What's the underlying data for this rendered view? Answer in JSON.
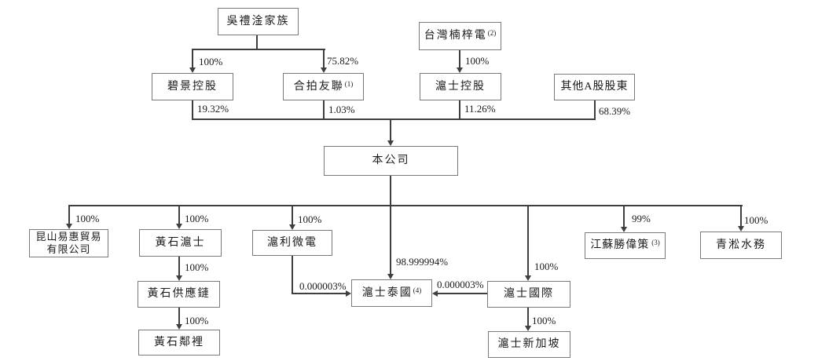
{
  "figure_type": "shareholding-structure-org-chart",
  "colors": {
    "background": "#ffffff",
    "box_border": "#7a7a7a",
    "connector_line": "#3f3f3f",
    "text": "#1a1a1a"
  },
  "nodes": [
    {
      "id": "wu-family",
      "label": "吳禮淦家族"
    },
    {
      "id": "taiwan-nanzi",
      "label": "台灣楠梓電",
      "note": "(2)"
    },
    {
      "id": "bijing-holdings",
      "label": "碧景控股"
    },
    {
      "id": "hepai-youlian",
      "label": "合拍友聯",
      "note": "(1)"
    },
    {
      "id": "hushi-holdings",
      "label": "滬士控股"
    },
    {
      "id": "other-a-shareholders",
      "label": "其他A股股東"
    },
    {
      "id": "the-company",
      "label": "本公司"
    },
    {
      "id": "kunshan-yihui",
      "label": "昆山易惠貿易",
      "label2": "有限公司"
    },
    {
      "id": "huangshi-hushi",
      "label": "黃石滬士"
    },
    {
      "id": "huli-micro",
      "label": "滬利微電"
    },
    {
      "id": "hushi-thailand",
      "label": "滬士泰國",
      "note": "(4)"
    },
    {
      "id": "hushi-international",
      "label": "滬士國際"
    },
    {
      "id": "jiangsu-shengweice",
      "label": "江蘇勝偉策",
      "note": "(3)"
    },
    {
      "id": "qingsong-water",
      "label": "青淞水務"
    },
    {
      "id": "huangshi-supply-chain",
      "label": "黃石供應鏈"
    },
    {
      "id": "hushi-singapore",
      "label": "滬士新加坡"
    },
    {
      "id": "huangshi-linli",
      "label": "黃石鄰裡"
    }
  ],
  "ownership_labels": [
    {
      "from": "吳禮淦家族",
      "to": "碧景控股",
      "text": "100%"
    },
    {
      "from": "吳禮淦家族",
      "to": "合拍友聯",
      "text": "75.82%"
    },
    {
      "from": "台灣楠梓電",
      "to": "滬士控股",
      "text": "100%"
    },
    {
      "from": "碧景控股",
      "to": "本公司",
      "text": "19.32%"
    },
    {
      "from": "合拍友聯",
      "to": "本公司",
      "text": "1.03%"
    },
    {
      "from": "滬士控股",
      "to": "本公司",
      "text": "11.26%"
    },
    {
      "from": "其他A股股東",
      "to": "本公司",
      "text": "68.39%"
    },
    {
      "from": "本公司",
      "to": "昆山易惠貿易有限公司",
      "text": "100%"
    },
    {
      "from": "本公司",
      "to": "黃石滬士",
      "text": "100%"
    },
    {
      "from": "本公司",
      "to": "滬利微電",
      "text": "100%"
    },
    {
      "from": "本公司",
      "to": "滬士泰國",
      "text": "98.999994%"
    },
    {
      "from": "本公司",
      "to": "滬士國際",
      "text": "100%"
    },
    {
      "from": "本公司",
      "to": "江蘇勝偉策",
      "text": "99%"
    },
    {
      "from": "本公司",
      "to": "青淞水務",
      "text": "100%"
    },
    {
      "from": "黃石滬士",
      "to": "黃石供應鏈",
      "text": "100%"
    },
    {
      "from": "黃石供應鏈",
      "to": "黃石鄰裡",
      "text": "100%"
    },
    {
      "from": "滬利微電",
      "to": "滬士泰國",
      "text": "0.000003%"
    },
    {
      "from": "滬士國際",
      "to": "滬士泰國",
      "text": "0.000003%"
    },
    {
      "from": "滬士國際",
      "to": "滬士新加坡",
      "text": "100%"
    }
  ]
}
